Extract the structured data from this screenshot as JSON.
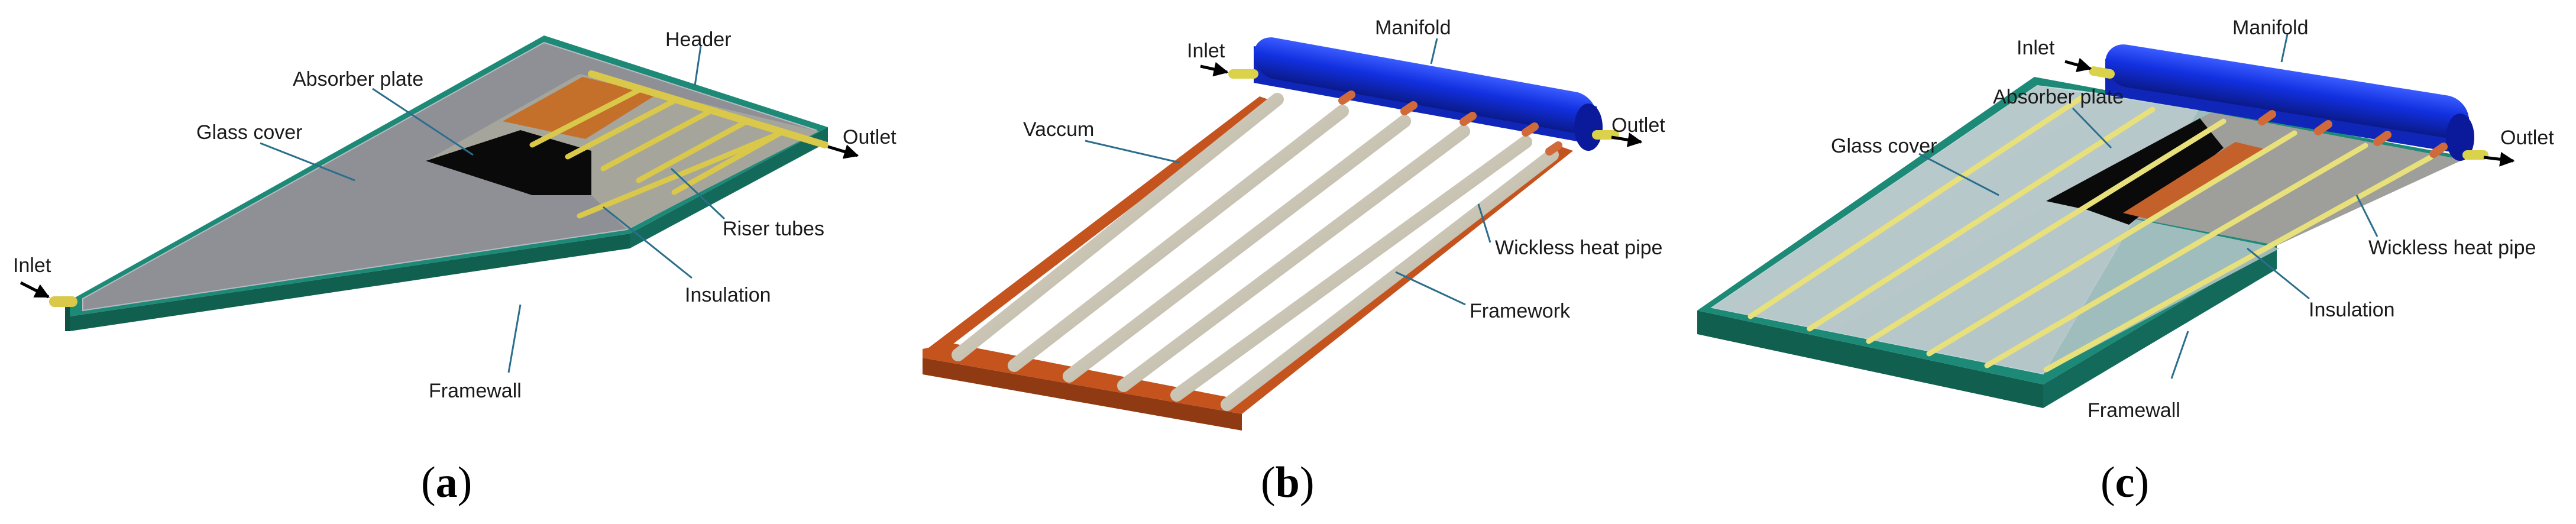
{
  "panels": {
    "a": {
      "caption": "a",
      "labels": {
        "header": "Header",
        "absorber": "Absorber plate",
        "glass": "Glass cover",
        "outlet": "Outlet",
        "riser": "Riser tubes",
        "inlet": "Inlet",
        "insulation": "Insulation",
        "framewall": "Framewall"
      }
    },
    "b": {
      "caption": "b",
      "labels": {
        "manifold": "Manifold",
        "inlet": "Inlet",
        "vaccum": "Vaccum",
        "outlet": "Outlet",
        "heatpipe": "Wickless heat pipe",
        "framework": "Framework"
      }
    },
    "c": {
      "caption": "c",
      "labels": {
        "inlet": "Inlet",
        "manifold": "Manifold",
        "absorber": "Absorber plate",
        "outlet": "Outlet",
        "glass": "Glass cover",
        "heatpipe": "Wickless heat pipe",
        "insulation": "Insulation",
        "framewall": "Framewall"
      }
    }
  },
  "colors": {
    "frame_green": "#1d8a78",
    "frame_green_dark": "#11604f",
    "glass_grey": "#8e9096",
    "absorber_black": "#0a0a0a",
    "tube_yellow": "#d9c84a",
    "manifold_blue": "#1230e0",
    "framework_orange": "#c4531e",
    "copper": "#d06a3a",
    "tube_silver": "#c9c4b3",
    "leader": "#2a6e8c"
  }
}
